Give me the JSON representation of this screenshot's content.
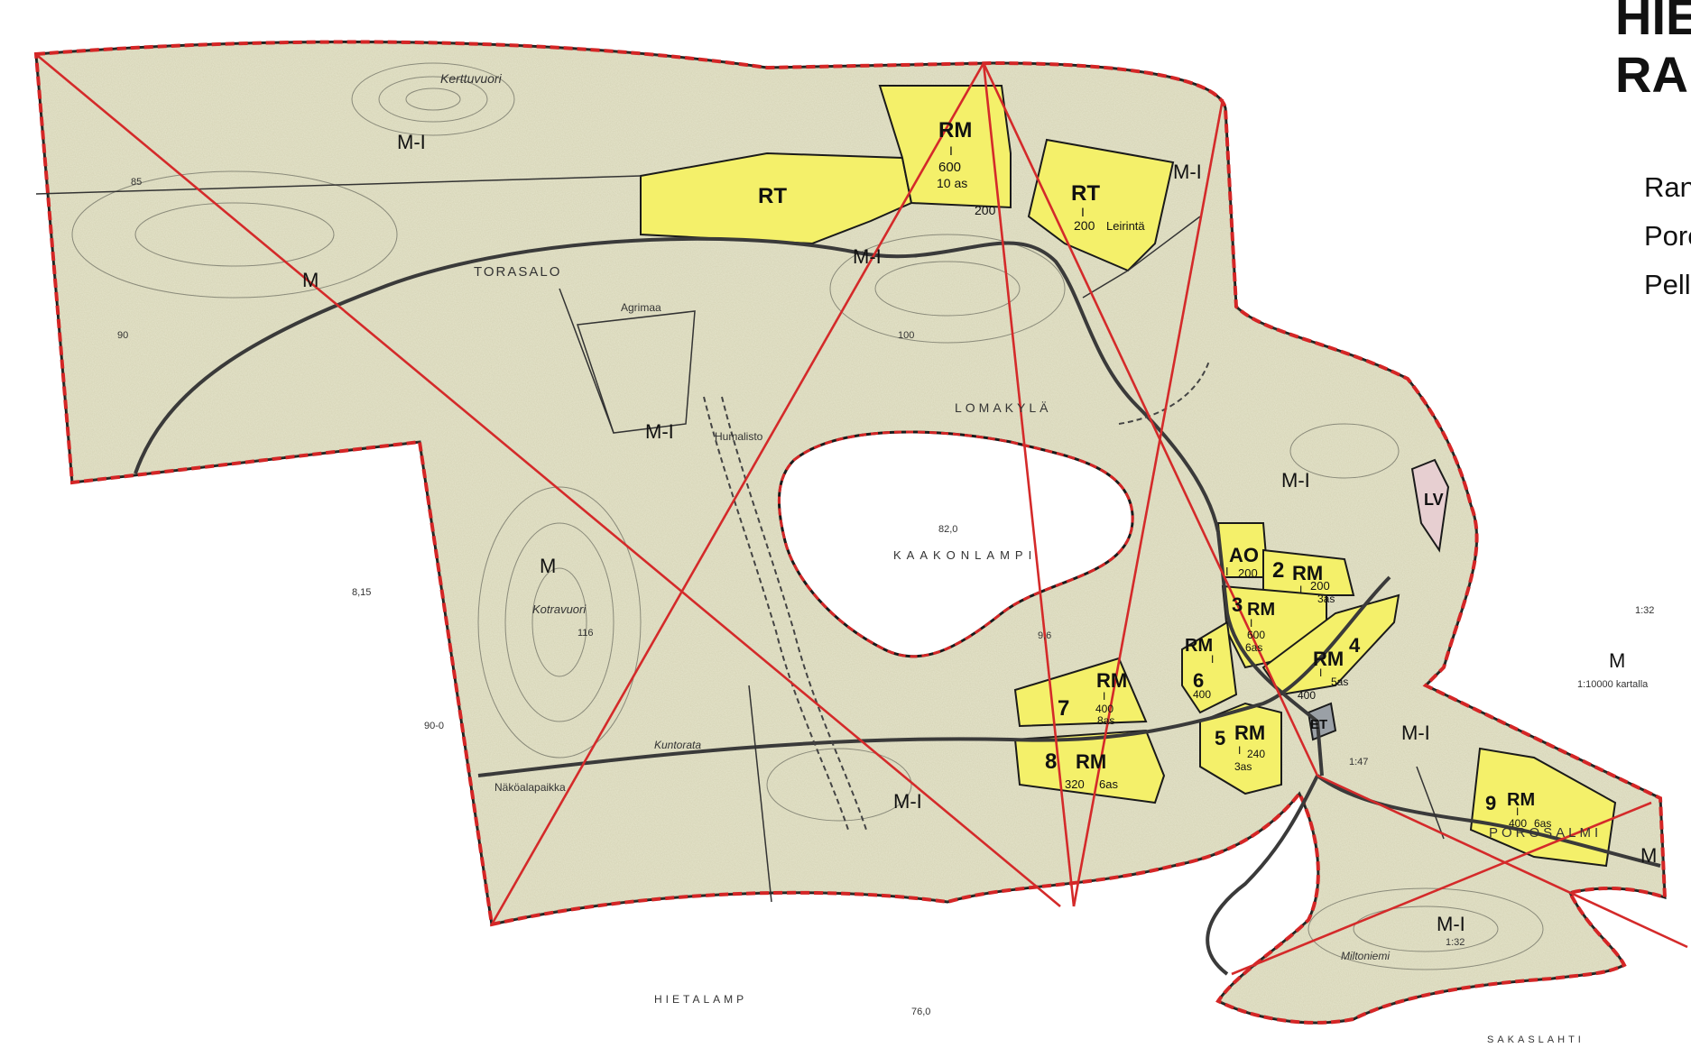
{
  "title": {
    "line1": "HIE",
    "line2": "RA"
  },
  "subtitle_lines": [
    "Ranta",
    "Poros",
    "Pello"
  ],
  "colors": {
    "land": "#e6e5cc",
    "building_zone": "#f4f06a",
    "lake": "#ffffff",
    "boundary_red": "#d42626",
    "boundary_black": "#1a1a1a",
    "survey_line": "#d42a2a",
    "road": "#3a3a3a",
    "lv_zone": "#e7cfd1"
  },
  "place_names": {
    "kerttuvuori": "Kerttuvuori",
    "torasalo": "TORASALO",
    "agrimaa": "Agrimaa",
    "humalisto": "Humalisto",
    "lomakyla": "LOMAKYLÄ",
    "kaakonlampi": "KAAKONLAMPI",
    "kotravuori": "Kotravuori",
    "kuntorata": "Kuntorata",
    "nakoalapaikka": "Näköalapaikka",
    "porosalmi": "POROSALMI",
    "hietalampi": "HIETALAMP",
    "sakaslahti": "SAKASLAHTI",
    "miltoniemi": "Miltoniemi",
    "leirinta": "Leirintä",
    "kartalla": "1:10000 kartalla"
  },
  "zones": [
    {
      "code": "RM",
      "number": "",
      "level": "I",
      "area": "600",
      "units": "10 as"
    },
    {
      "code": "RT",
      "number": "",
      "level": "",
      "area": "200",
      "units": ""
    },
    {
      "code": "RT",
      "number": "",
      "level": "I",
      "area": "200",
      "units": ""
    },
    {
      "code": "AO",
      "number": "",
      "level": "I",
      "area": "200",
      "units": ""
    },
    {
      "code": "RM",
      "number": "2",
      "level": "I",
      "area": "200",
      "units": "3as"
    },
    {
      "code": "RM",
      "number": "3",
      "level": "I",
      "area": "600",
      "units": "6as"
    },
    {
      "code": "RM",
      "number": "4",
      "level": "I",
      "area": "400",
      "units": "5as"
    },
    {
      "code": "RM",
      "number": "5",
      "level": "I",
      "area": "240",
      "units": "3as"
    },
    {
      "code": "RM",
      "number": "6",
      "level": "I",
      "area": "400",
      "units": ""
    },
    {
      "code": "RM",
      "number": "7",
      "level": "I",
      "area": "400",
      "units": "8as"
    },
    {
      "code": "RM",
      "number": "8",
      "level": "",
      "area": "320",
      "units": "6as"
    },
    {
      "code": "RM",
      "number": "9",
      "level": "I",
      "area": "400",
      "units": "6as"
    },
    {
      "code": "LV",
      "number": "",
      "level": "",
      "area": "",
      "units": ""
    },
    {
      "code": "ET",
      "number": "",
      "level": "",
      "area": "",
      "units": ""
    }
  ],
  "land_codes": [
    "M-I",
    "M",
    "M-I",
    "M",
    "M-I",
    "M-I",
    "M-I",
    "M-I",
    "M-I",
    "M-I",
    "M",
    "M"
  ],
  "elevations": [
    "82,0",
    "76,0",
    "9,6",
    "1:32",
    "1:47",
    "1:32",
    "100",
    "116",
    "85",
    "90",
    "90-0",
    "8,15"
  ]
}
